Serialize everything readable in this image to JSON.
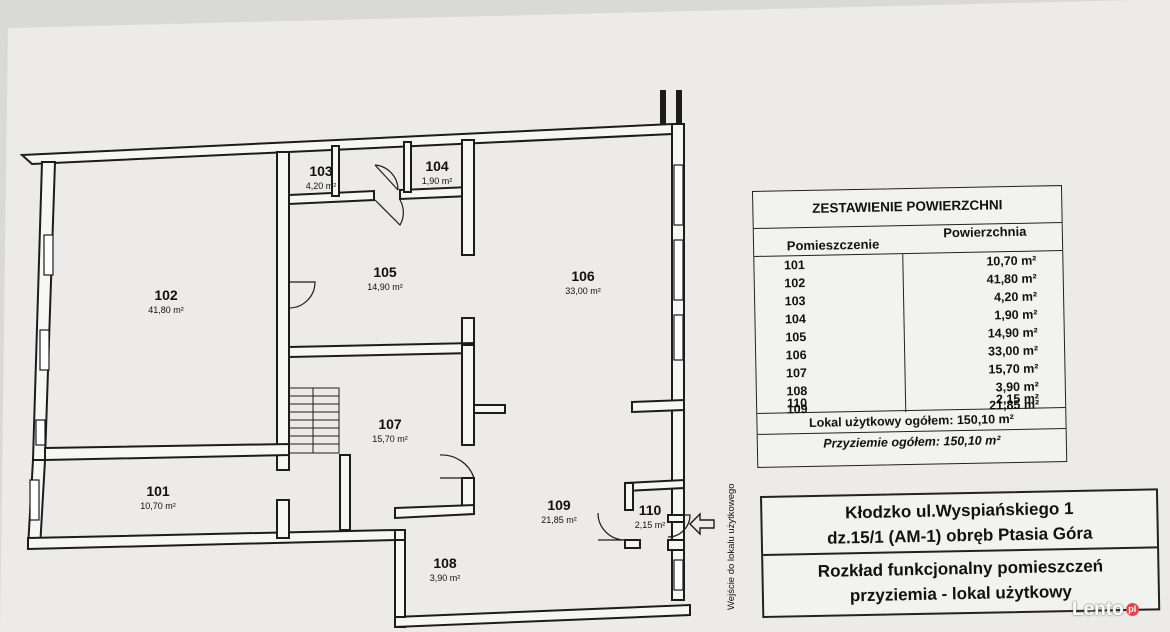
{
  "rooms": [
    {
      "id": "101",
      "number": "101",
      "area": "10,70 m²"
    },
    {
      "id": "102",
      "number": "102",
      "area": "41,80 m²"
    },
    {
      "id": "103",
      "number": "103",
      "area": "4,20 m²"
    },
    {
      "id": "104",
      "number": "104",
      "area": "1,90 m²"
    },
    {
      "id": "105",
      "number": "105",
      "area": "14,90 m²"
    },
    {
      "id": "106",
      "number": "106",
      "area": "33,00 m²"
    },
    {
      "id": "107",
      "number": "107",
      "area": "15,70 m²"
    },
    {
      "id": "108",
      "number": "108",
      "area": "3,90 m²"
    },
    {
      "id": "109",
      "number": "109",
      "area": "21,85 m²"
    },
    {
      "id": "110",
      "number": "110",
      "area": "2,15 m²"
    }
  ],
  "entrance_label": "Wejście do lokalu użytkowego",
  "area_table": {
    "title": "ZESTAWIENIE POWIERZCHNI",
    "col_room": "Pomieszczenie",
    "col_area": "Powierzchnia",
    "rows": [
      {
        "room": "101",
        "area": "10,70 m²"
      },
      {
        "room": "102",
        "area": "41,80 m²"
      },
      {
        "room": "103",
        "area": "4,20 m²"
      },
      {
        "room": "104",
        "area": "1,90 m²"
      },
      {
        "room": "105",
        "area": "14,90 m²"
      },
      {
        "room": "106",
        "area": "33,00 m²"
      },
      {
        "room": "107",
        "area": "15,70 m²"
      },
      {
        "room": "108",
        "area": "3,90 m²"
      },
      {
        "room": "109",
        "area": "21,85 m²"
      },
      {
        "room": "110",
        "area": "2,15 m²"
      }
    ],
    "total": "Lokal użytkowy ogółem: 150,10 m²",
    "ground_floor_total": "Przyziemie ogółem: 150,10 m²"
  },
  "title_block": {
    "line1": "Kłodzko ul.Wyspiańskiego 1",
    "line2": "dz.15/1 (AM-1) obręb Ptasia Góra",
    "line3": "Rozkład funkcjonalny pomieszczeń",
    "line4": "przyziemia - lokal użytkowy"
  },
  "watermark": {
    "text": "Lento",
    "suffix": "pl"
  },
  "colors": {
    "background": "#d9d9d7",
    "paper": "#f2f2f0",
    "ink": "#222222"
  }
}
